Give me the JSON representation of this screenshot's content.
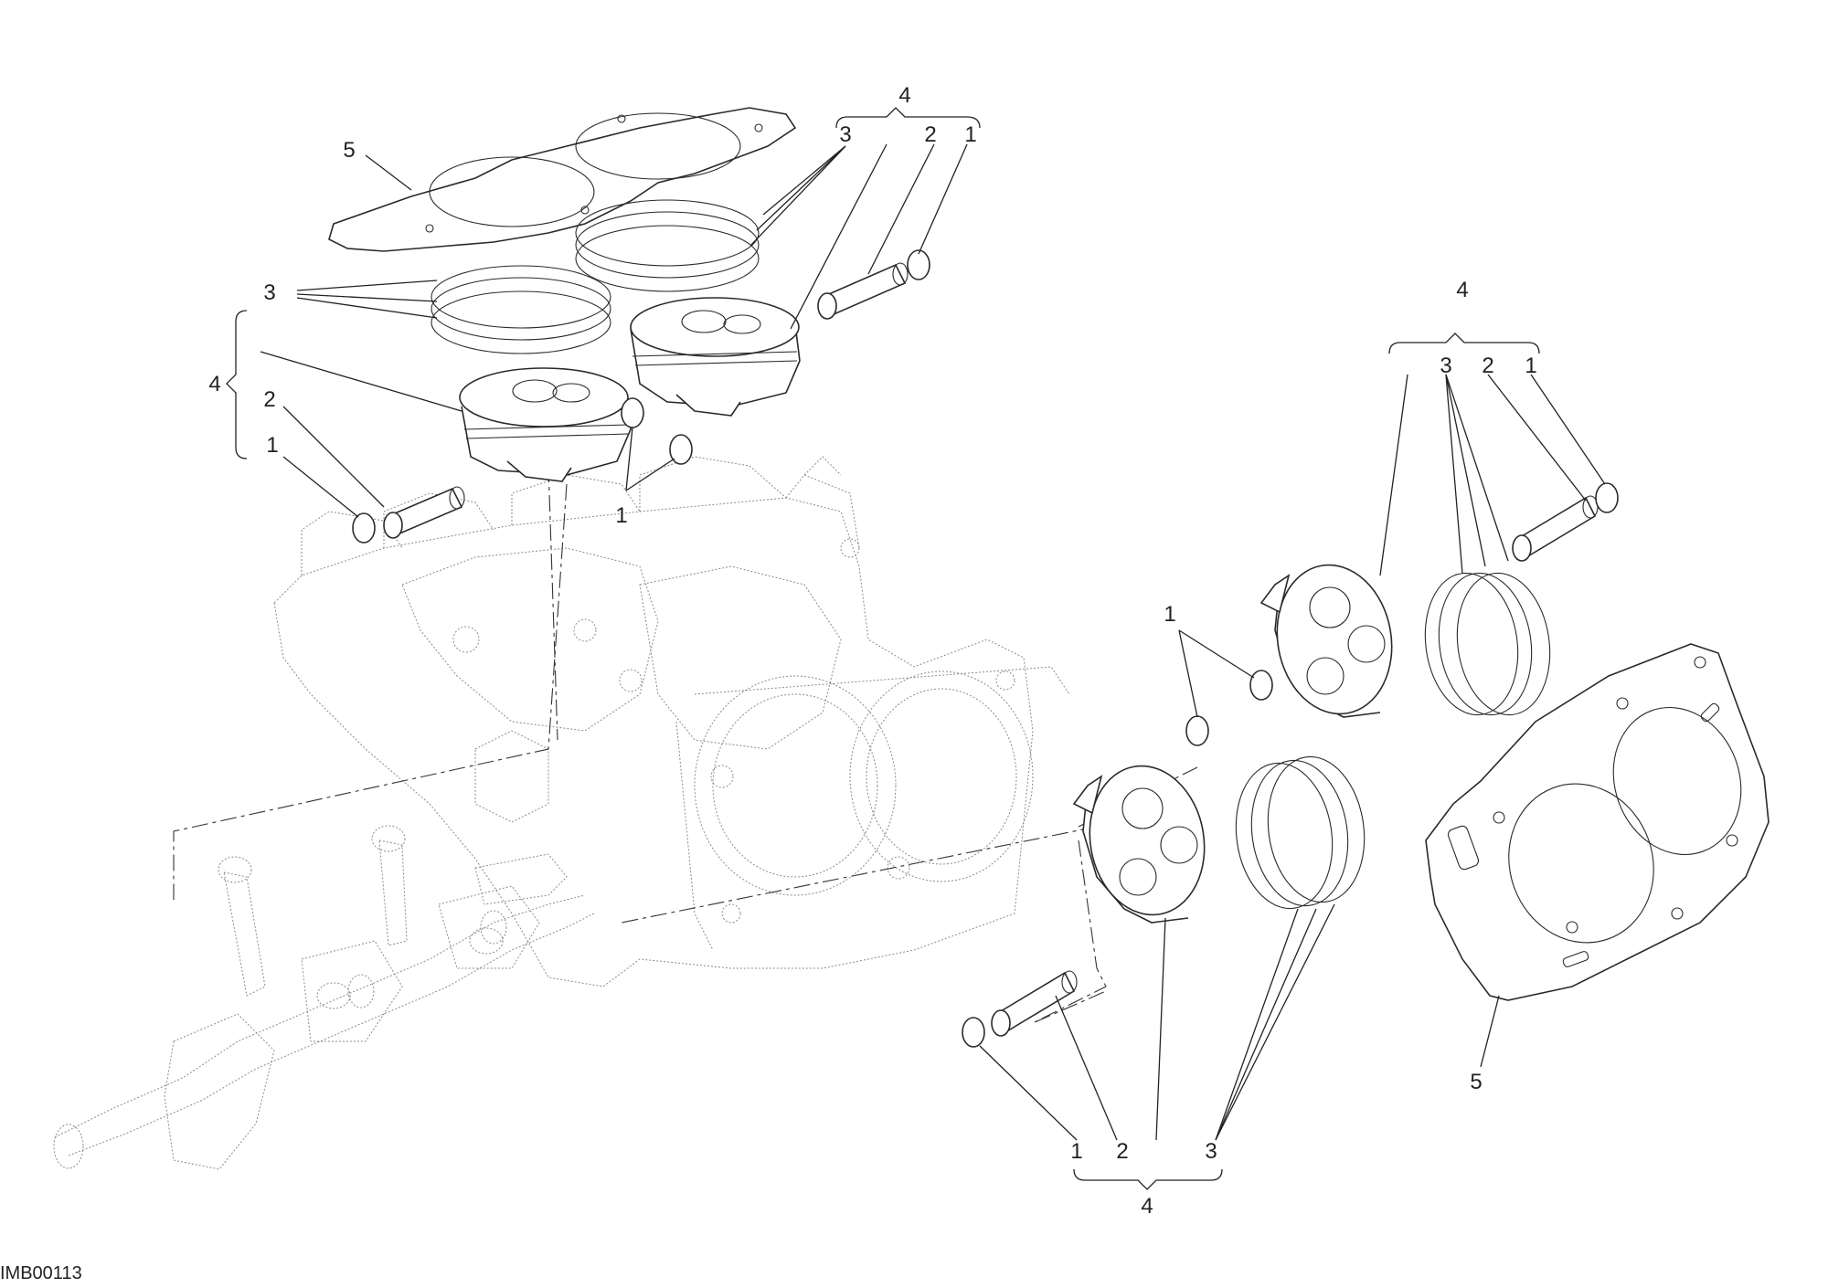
{
  "diagram_id": "IMB00113",
  "callouts": {
    "c1": "1",
    "c2": "2",
    "c3": "3",
    "c4": "4",
    "c5": "5"
  },
  "parts": [
    {
      "number": "1",
      "name": "circlip"
    },
    {
      "number": "2",
      "name": "piston-pin"
    },
    {
      "number": "3",
      "name": "piston-rings"
    },
    {
      "number": "4",
      "name": "piston-assembly"
    },
    {
      "number": "5",
      "name": "cylinder-head-gasket"
    }
  ],
  "colors": {
    "line": "#222222",
    "ghost": "#8a8a8a",
    "background": "#ffffff"
  }
}
